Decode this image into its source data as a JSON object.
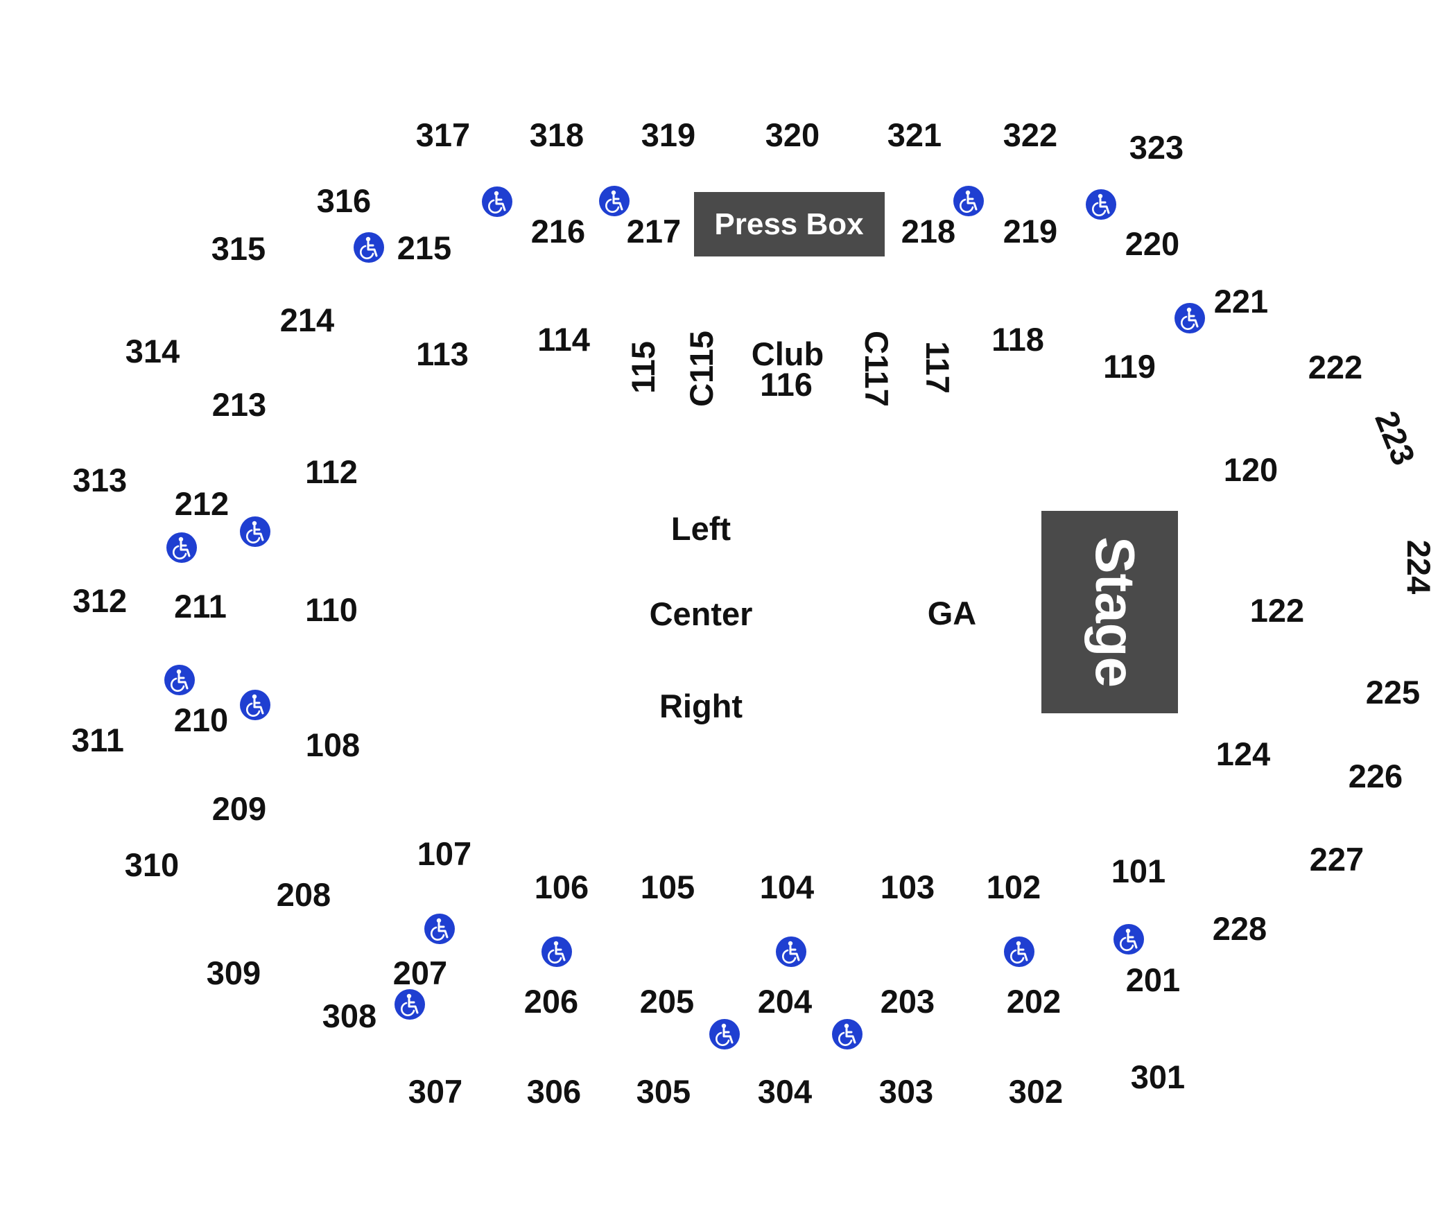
{
  "colors": {
    "background": "#ffffff",
    "text": "#111111",
    "box_fill": "#4a4a4a",
    "box_text": "#ffffff",
    "accessible_icon": "#1f3fd1"
  },
  "labels": {
    "press_box": "Press Box",
    "stage": "Stage",
    "ga": "GA",
    "left": "Left",
    "center": "Center",
    "right": "Right",
    "club_line1": "Club",
    "club_line2": "116"
  },
  "sections": {
    "s317": "317",
    "s318": "318",
    "s319": "319",
    "s320": "320",
    "s321": "321",
    "s322": "322",
    "s323": "323",
    "s316": "316",
    "s315": "315",
    "s215": "215",
    "s216": "216",
    "s217": "217",
    "s218": "218",
    "s219": "219",
    "s220": "220",
    "s221": "221",
    "s214": "214",
    "s314": "314",
    "s113": "113",
    "s114": "114",
    "s115": "115",
    "sc115": "C115",
    "sc117": "C117",
    "s117": "117",
    "s118": "118",
    "s119": "119",
    "s222": "222",
    "s223": "223",
    "s213": "213",
    "s313": "313",
    "s112": "112",
    "s120": "120",
    "s212": "212",
    "s224": "224",
    "s312": "312",
    "s211": "211",
    "s110": "110",
    "s122": "122",
    "s225": "225",
    "s210": "210",
    "s311": "311",
    "s108": "108",
    "s124": "124",
    "s226": "226",
    "s209": "209",
    "s310": "310",
    "s107": "107",
    "s208": "208",
    "s227": "227",
    "s106": "106",
    "s105": "105",
    "s104": "104",
    "s103": "103",
    "s102": "102",
    "s101": "101",
    "s228": "228",
    "s309": "309",
    "s207": "207",
    "s201": "201",
    "s308": "308",
    "s206": "206",
    "s205": "205",
    "s204": "204",
    "s203": "203",
    "s202": "202",
    "s307": "307",
    "s306": "306",
    "s305": "305",
    "s304": "304",
    "s303": "303",
    "s302": "302",
    "s301": "301"
  },
  "icons": {
    "accessible": "wheelchair-icon"
  }
}
